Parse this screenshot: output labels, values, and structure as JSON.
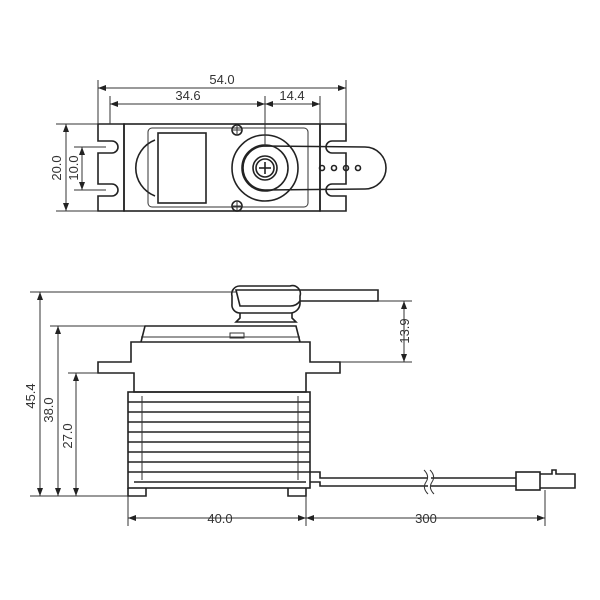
{
  "colors": {
    "line": "#222222",
    "text": "#333333",
    "background": "#ffffff"
  },
  "top_view": {
    "dimensions": {
      "overall_length": "54.0",
      "mount_to_shaft": "34.6",
      "shaft_to_end": "14.4",
      "mount_hole_spacing_outer": "20.0",
      "mount_hole_spacing_inner": "10.0"
    }
  },
  "side_view": {
    "dimensions": {
      "total_height": "45.4",
      "height_to_mount": "38.0",
      "mount_to_bottom": "27.0",
      "top_above_mount": "13.9",
      "body_length": "40.0",
      "wire_length": "300"
    }
  }
}
